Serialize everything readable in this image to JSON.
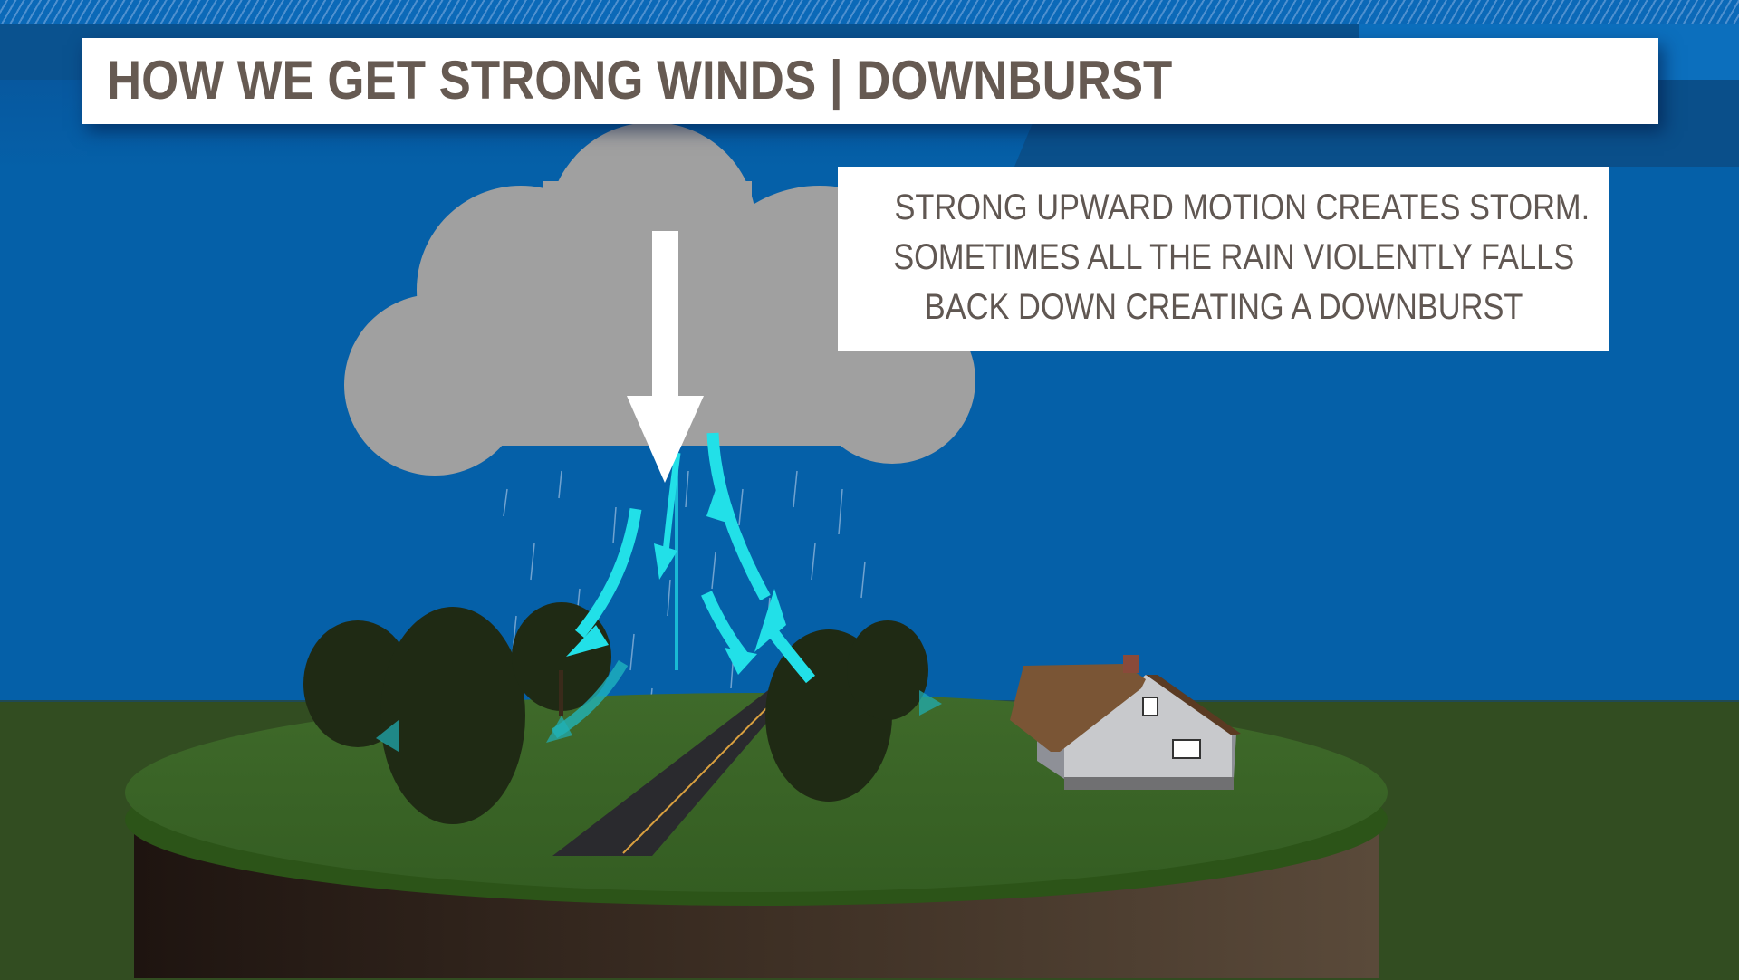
{
  "header": {
    "title": "HOW WE GET STRONG WINDS | DOWNBURST"
  },
  "info_box": {
    "lines": [
      "STRONG UPWARD MOTION CREATES STORM.",
      "SOMETIMES ALL THE RAIN VIOLENTLY FALLS",
      "BACK DOWN CREATING A DOWNBURST"
    ]
  },
  "diagram": {
    "elements": [
      {
        "name": "storm-cloud",
        "color": "#a0a0a0"
      },
      {
        "name": "downdraft-arrow",
        "color": "#ffffff",
        "direction": "down"
      },
      {
        "name": "outflow-arrows",
        "color": "#22e0e8",
        "count": 8
      },
      {
        "name": "rain",
        "color": "#c8d8f0"
      },
      {
        "name": "trees",
        "count": 5
      },
      {
        "name": "road"
      },
      {
        "name": "house"
      },
      {
        "name": "ground-plateau"
      }
    ]
  },
  "colors": {
    "sky": "#0560a8",
    "ground": "#324d21",
    "title_text": "#665a52",
    "cloud": "#a0a0a0",
    "wind_arrow": "#22e0e8"
  }
}
